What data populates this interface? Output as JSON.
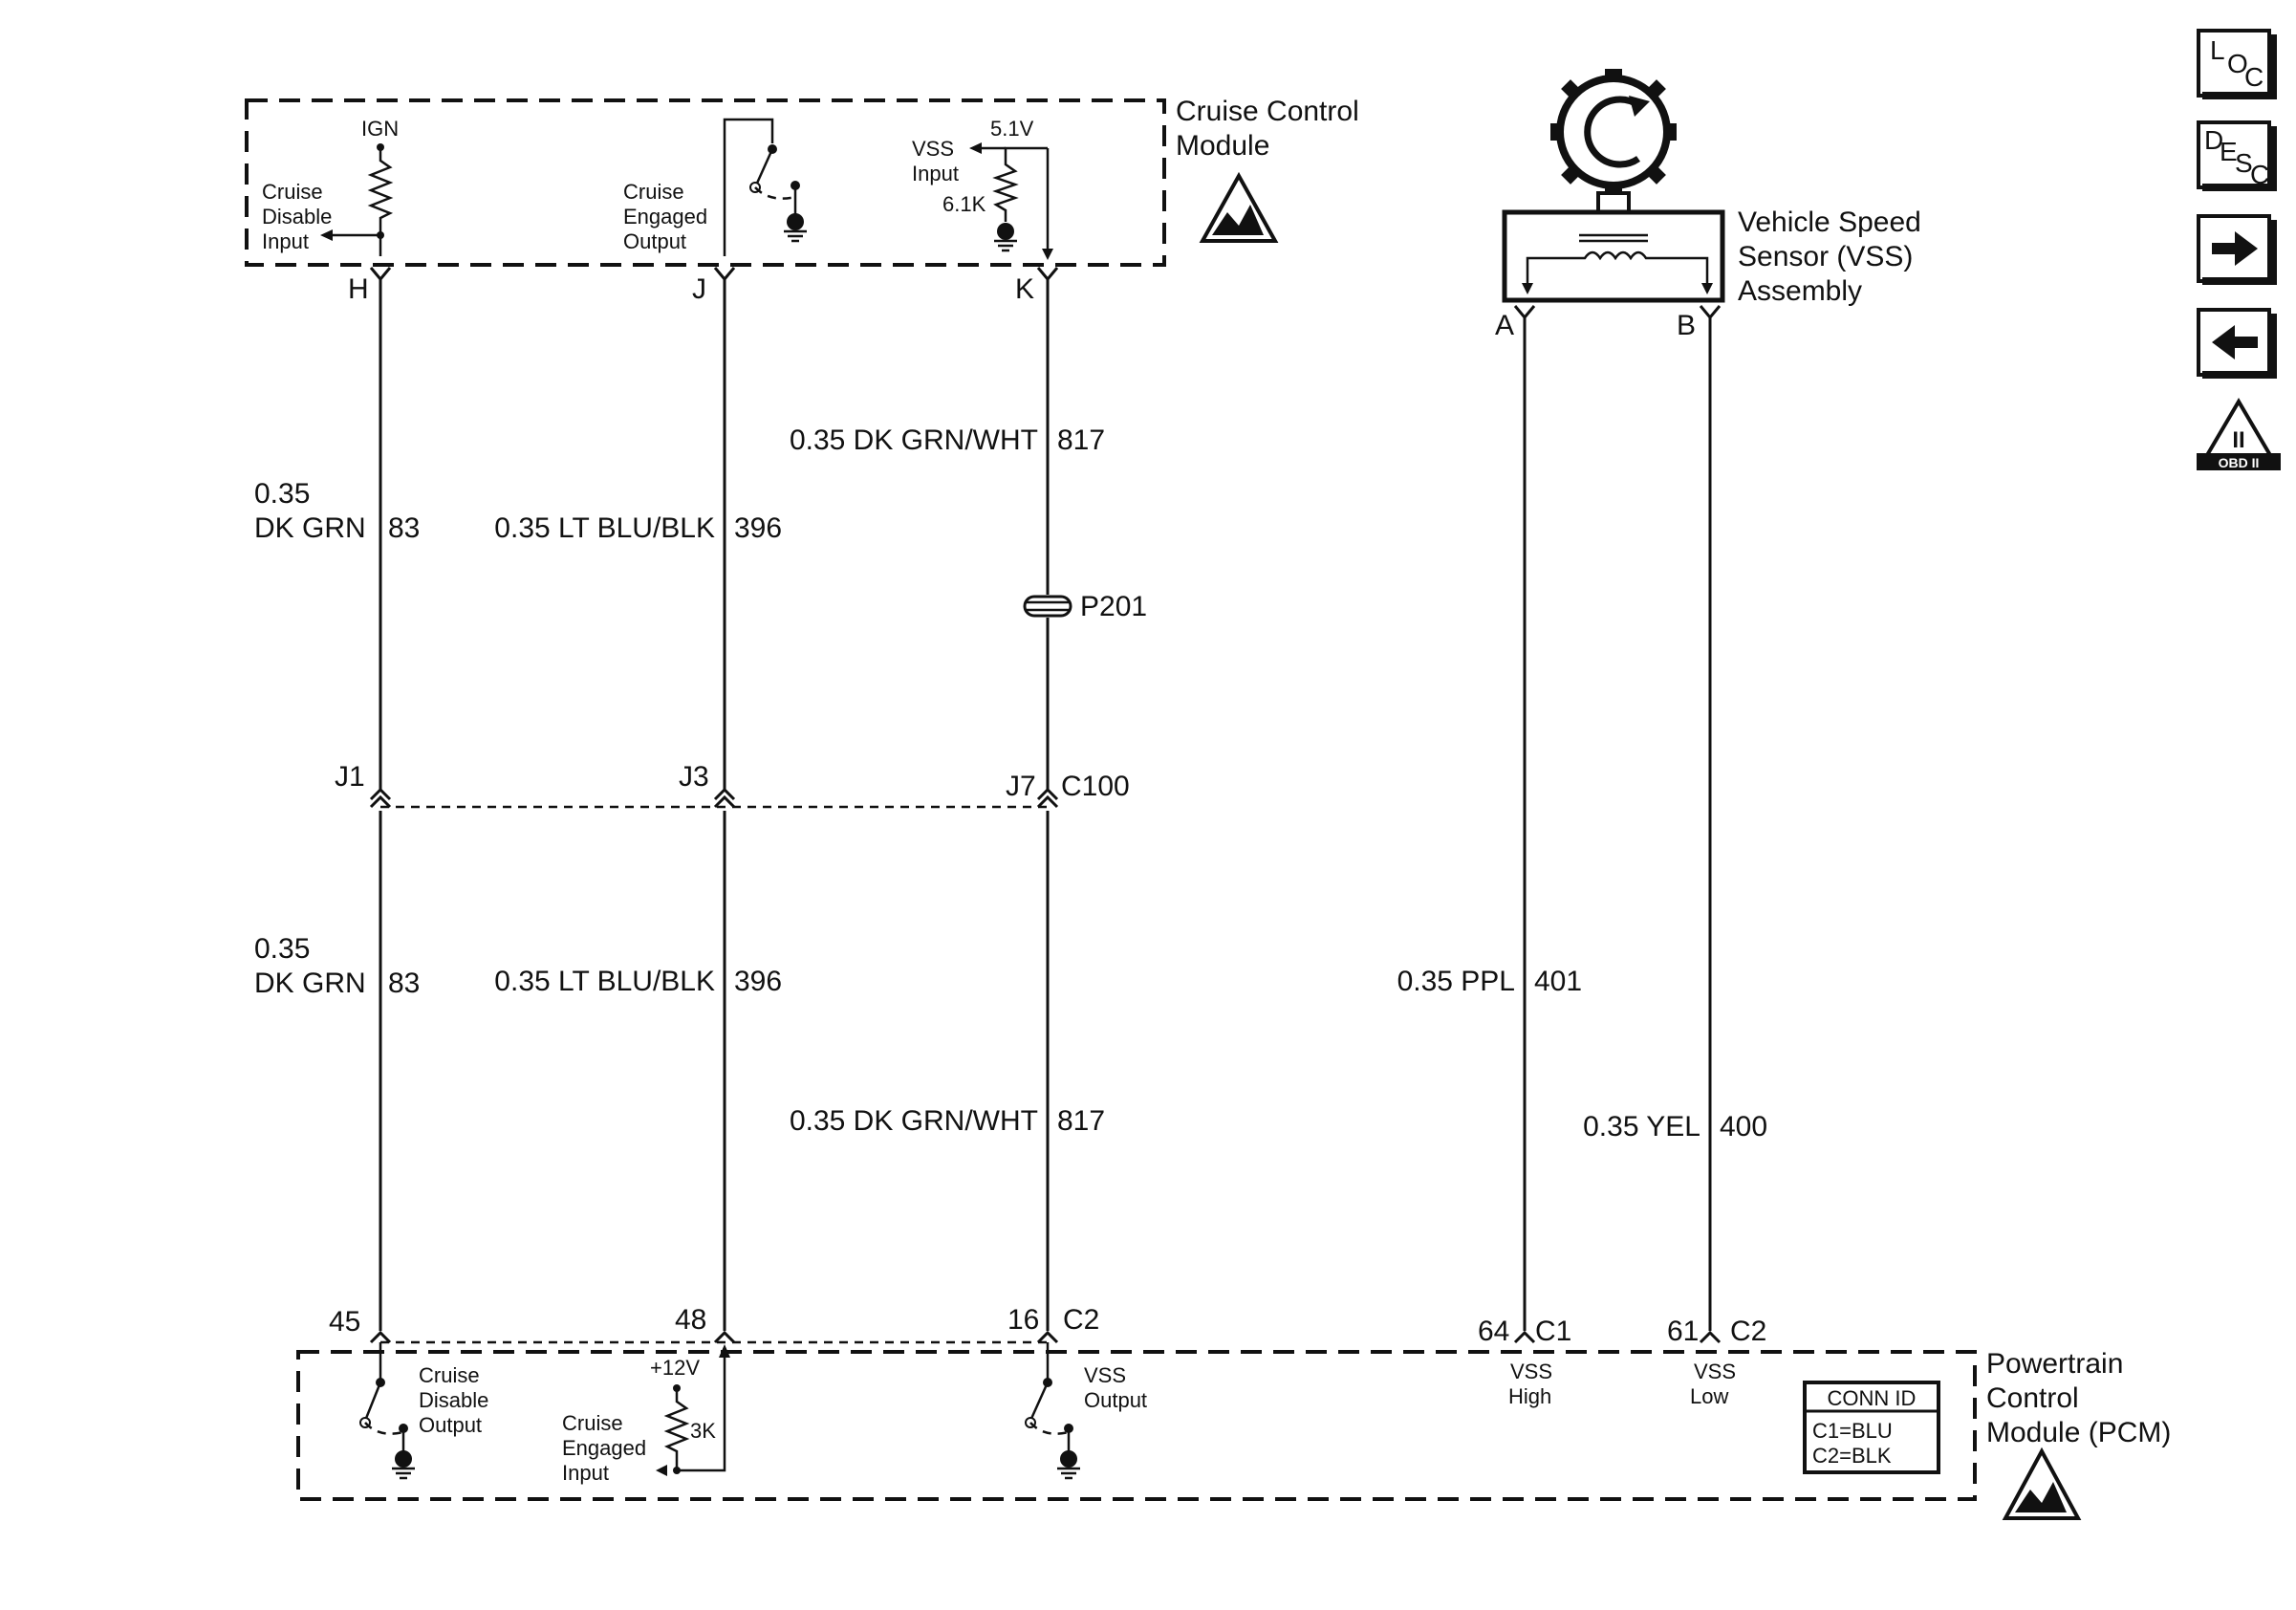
{
  "modules": {
    "cruise": {
      "name_line1": "Cruise Control",
      "name_line2": "Module"
    },
    "vss": {
      "name_line1": "Vehicle Speed",
      "name_line2": "Sensor (VSS)",
      "name_line3": "Assembly"
    },
    "pcm": {
      "name_line1": "Powertrain",
      "name_line2": "Control",
      "name_line3": "Module (PCM)"
    }
  },
  "cruise_internal": {
    "ign": "IGN",
    "disable_1": "Cruise",
    "disable_2": "Disable",
    "disable_3": "Input",
    "engaged_1": "Cruise",
    "engaged_2": "Engaged",
    "engaged_3": "Output",
    "vss_volt": "5.1V",
    "vss_1": "VSS",
    "vss_2": "Input",
    "vss_res": "6.1K"
  },
  "cruise_pins": {
    "h": "H",
    "j": "J",
    "k": "K"
  },
  "vss_pins": {
    "a": "A",
    "b": "B"
  },
  "wires": {
    "w83_upper_gauge": "0.35",
    "w83_upper_color": "DK GRN",
    "w83_upper_circuit": "83",
    "w396_upper": "0.35 LT BLU/BLK",
    "w396_upper_circuit": "396",
    "w817_upper": "0.35 DK GRN/WHT",
    "w817_upper_circuit": "817",
    "w83_lower_gauge": "0.35",
    "w83_lower_color": "DK GRN",
    "w83_lower_circuit": "83",
    "w396_lower": "0.35 LT BLU/BLK",
    "w396_lower_circuit": "396",
    "w817_lower": "0.35 DK GRN/WHT",
    "w817_lower_circuit": "817",
    "w401": "0.35 PPL",
    "w401_circuit": "401",
    "w400": "0.35 YEL",
    "w400_circuit": "400"
  },
  "splice": {
    "label": "P201"
  },
  "connector_c100": {
    "name": "C100",
    "j1": "J1",
    "j3": "J3",
    "j7": "J7"
  },
  "pcm_pins": {
    "p45": "45",
    "p48": "48",
    "p16": "16",
    "c2a": "C2",
    "p64": "64",
    "c1": "C1",
    "p61": "61",
    "c2b": "C2"
  },
  "pcm_internal": {
    "disable_1": "Cruise",
    "disable_2": "Disable",
    "disable_3": "Output",
    "engaged_volt": "+12V",
    "engaged_res": "3K",
    "engaged_1": "Cruise",
    "engaged_2": "Engaged",
    "engaged_3": "Input",
    "vssout_1": "VSS",
    "vssout_2": "Output",
    "vsshigh_1": "VSS",
    "vsshigh_2": "High",
    "vsslow_1": "VSS",
    "vsslow_2": "Low"
  },
  "conn_id": {
    "title": "CONN ID",
    "line1": "C1=BLU",
    "line2": "C2=BLK"
  },
  "nav_icons": {
    "loc_letters": [
      "L",
      "O",
      "C"
    ],
    "desc_letters": [
      "D",
      "E",
      "S",
      "C"
    ],
    "obd_label": "OBD II",
    "obd_numeral": "II"
  }
}
